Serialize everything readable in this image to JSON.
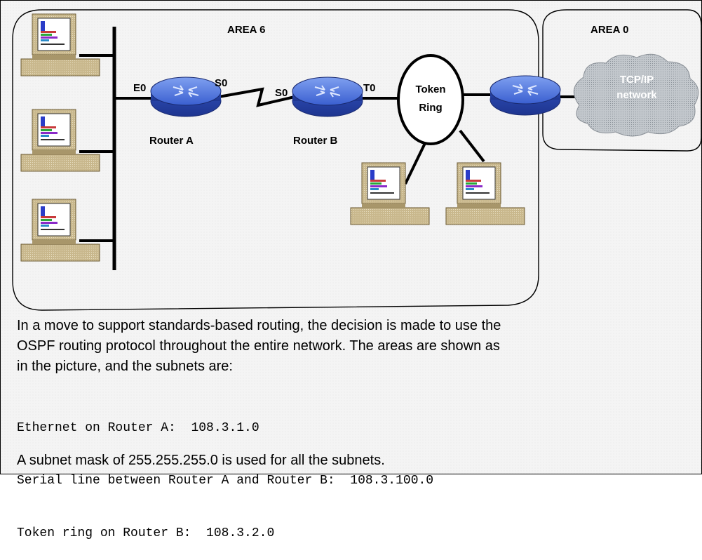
{
  "diagram": {
    "area6_label": "AREA 6",
    "area0_label": "AREA 0",
    "router_a": {
      "label": "Router A",
      "port_e0": "E0",
      "port_s0": "S0"
    },
    "router_b": {
      "label": "Router B",
      "port_s0": "S0",
      "port_t0": "T0"
    },
    "token_ring": {
      "line1": "Token",
      "line2": "Ring"
    },
    "cloud": {
      "line1": "TCP/IP",
      "line2": "network"
    }
  },
  "text": {
    "intro_line1": "In a move to support standards-based routing, the decision is made to use the",
    "intro_line2": "OSPF routing protocol throughout the entire network. The areas are shown as",
    "intro_line3": "in the picture, and the subnets are:",
    "subnet_ethernet": "Ethernet on Router A:  108.3.1.0",
    "subnet_serial": "Serial line between Router A and Router B:  108.3.100.0",
    "subnet_token": "Token ring on Router B:  108.3.2.0",
    "mask_note": "A subnet mask of 255.255.255.0 is used for all the subnets."
  }
}
